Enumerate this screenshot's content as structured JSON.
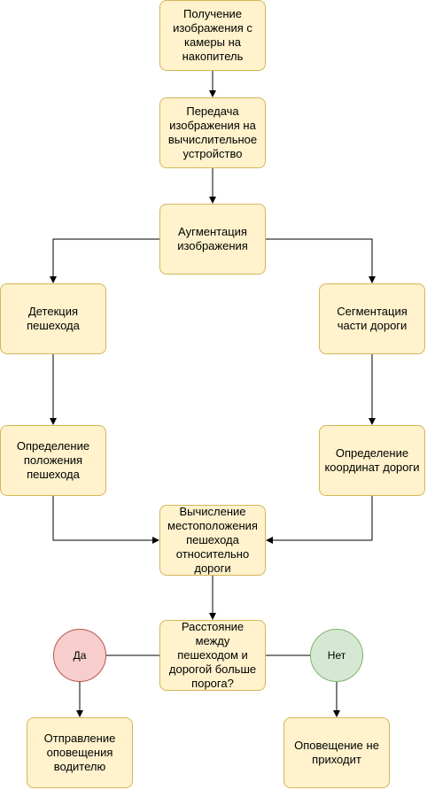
{
  "nodes": {
    "capture": "Получение изображения с камеры на накопитель",
    "transfer": "Передача изображения на вычислительное устройство",
    "augment": "Аугментация изображения",
    "detect": "Детекция пешехода",
    "segment": "Сегментация части дороги",
    "ped_pos": "Определение положения пешехода",
    "road_coords": "Определение координат дороги",
    "relative": "Вычисление местоположения пешехода относительно дороги",
    "decision": "Расстояние между пешеходом и дорогой больше порога?",
    "send_alert": "Отправление оповещения водителю",
    "no_alert": "Оповещение не приходит"
  },
  "branches": {
    "yes": "Да",
    "no": "Нет"
  },
  "colors": {
    "process_fill": "#fff2cc",
    "process_stroke": "#d6b656",
    "yes_fill": "#f8cecc",
    "yes_stroke": "#b85450",
    "no_fill": "#d5e8d4",
    "no_stroke": "#82b366",
    "edge": "#000000"
  }
}
